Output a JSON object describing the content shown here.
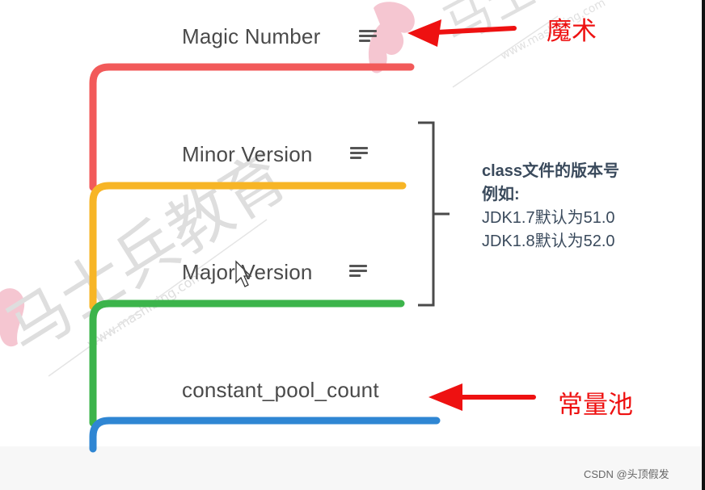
{
  "diagram": {
    "nodes": [
      {
        "key": "magic",
        "label": "Magic Number",
        "color": "#f25a5a",
        "icon": "menu-lines-icon"
      },
      {
        "key": "minor",
        "label": "Minor Version",
        "color": "#f7b526",
        "icon": "menu-lines-icon"
      },
      {
        "key": "major",
        "label": "Major Version",
        "color": "#3cb44b",
        "icon": "menu-lines-icon"
      },
      {
        "key": "pool",
        "label": "constant_pool_count",
        "color": "#2f86d3",
        "icon": ""
      }
    ],
    "note": {
      "line1": "class文件的版本号",
      "line2": "例如:",
      "line3": "JDK1.7默认为51.0",
      "line4": "JDK1.8默认为52.0"
    },
    "callouts": {
      "magic": "魔术",
      "pool": "常量池"
    },
    "watermark": {
      "brand": "马士兵教育",
      "url": "www.mashibing.com"
    }
  },
  "footer": {
    "credit": "CSDN @头顶假发"
  },
  "colors": {
    "arrow": "#ee1111",
    "bracket": "#4a4a4a",
    "watermark": "#d9d9d9",
    "watermark_logo": "#f3b8c6"
  }
}
